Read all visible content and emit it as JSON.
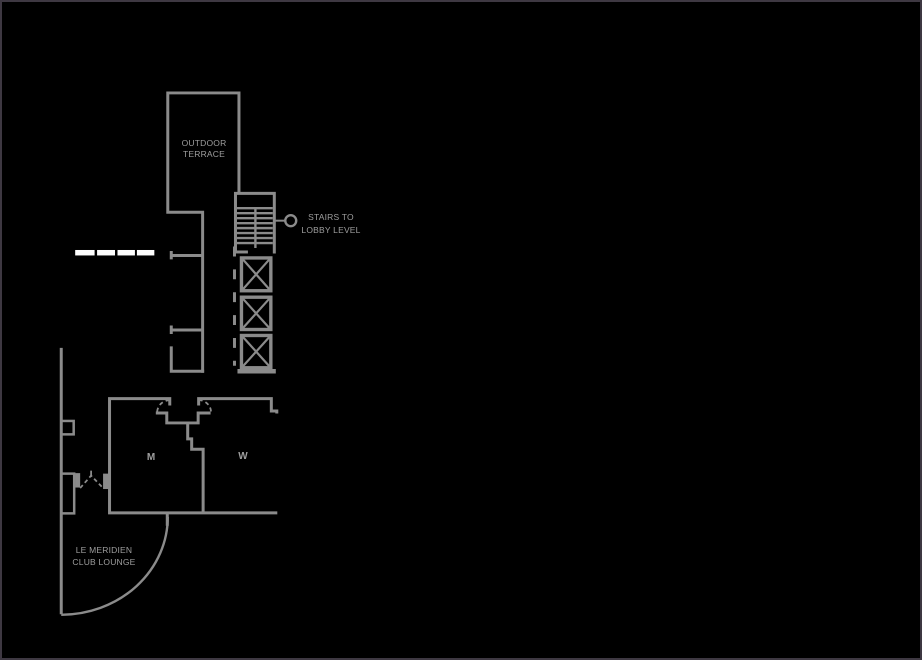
{
  "floor_plan": {
    "colors": {
      "background": "#000000",
      "wall": "#8b8b8b",
      "text": "#9e9e9e",
      "highlight_dash": "#fdfdfd",
      "frame_border": "#3e3842"
    },
    "rooms": {
      "outdoor_terrace": {
        "label_line1": "OUTDOOR",
        "label_line2": "TERRACE"
      },
      "mens_restroom": {
        "label": "M"
      },
      "womens_restroom": {
        "label": "W"
      },
      "club_lounge": {
        "label_line1": "LE MERIDIEN",
        "label_line2": "CLUB LOUNGE"
      }
    },
    "annotations": {
      "stairs_callout": {
        "label_line1": "STAIRS TO",
        "label_line2": "LOBBY LEVEL",
        "marker": "circle"
      }
    },
    "features": {
      "elevator_count": 3,
      "stair_tread_count": 8,
      "highlight_dash_count": 4
    }
  }
}
